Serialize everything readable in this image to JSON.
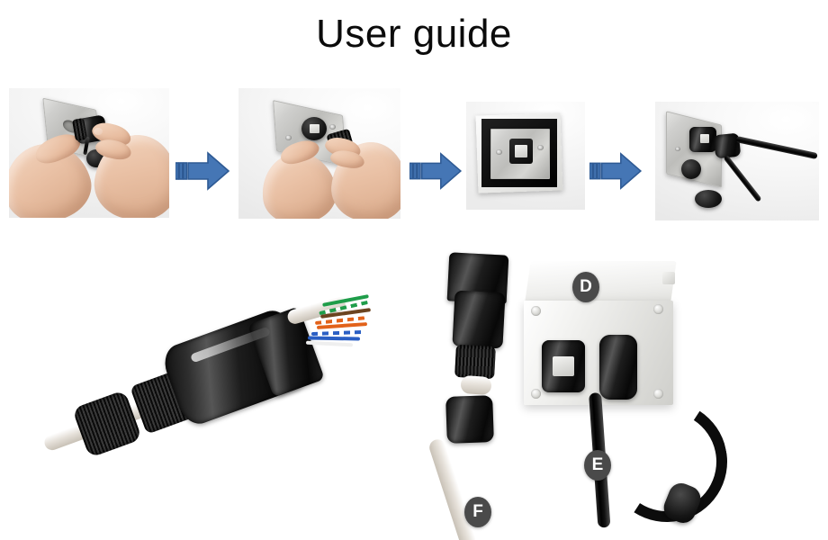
{
  "page": {
    "title": "User guide",
    "background_color": "#ffffff"
  },
  "colors": {
    "arrow_blue": "#4576b5",
    "arrow_blue_dark": "#2e5a94",
    "badge_gray": "#4a4a4a",
    "badge_text": "#ffffff",
    "title_text": "#0b0b0b"
  },
  "steps": [
    {
      "index": 1,
      "name": "step-photo-1",
      "caption": "Hands holding stainless wall plate and black waterproof connector"
    },
    {
      "index": 2,
      "name": "step-photo-2",
      "caption": "Connector inserted through wall plate and locking nut tightened"
    },
    {
      "index": 3,
      "name": "step-photo-3",
      "caption": "Assembled faceplate with RJ45 jack in black frame"
    },
    {
      "index": 4,
      "name": "step-photo-4",
      "caption": "Cable plugged into mounted jack with dust cap hanging"
    }
  ],
  "arrows": [
    {
      "name": "step-arrow-1",
      "glyph": "right-arrow"
    },
    {
      "name": "step-arrow-2",
      "glyph": "right-arrow"
    },
    {
      "name": "step-arrow-3",
      "glyph": "right-arrow"
    }
  ],
  "detail_photos": [
    {
      "name": "detail-photo-left",
      "caption": "Waterproof RJ45 plug assembly with Cat5e twisted pairs exposed"
    },
    {
      "name": "detail-photo-right",
      "caption": "Junction box with connector, cable and dust cap"
    }
  ],
  "callouts": [
    {
      "label": "D",
      "name": "callout-badge-d",
      "target": "white junction box enclosure"
    },
    {
      "label": "E",
      "name": "callout-badge-e",
      "target": "black outdoor cable"
    },
    {
      "label": "F",
      "name": "callout-badge-f",
      "target": "gray cable with waterproof plug"
    }
  ],
  "wire_pairs": [
    {
      "name": "green-pair",
      "solid": "#1f9d4a",
      "stripe": "#ffffff"
    },
    {
      "name": "orange-pair",
      "solid": "#e2621a",
      "stripe": "#ffffff"
    },
    {
      "name": "blue-pair",
      "solid": "#2a5fc4",
      "stripe": "#ffffff"
    },
    {
      "name": "brown-pair",
      "solid": "#6b4420",
      "stripe": "#ffffff"
    }
  ]
}
